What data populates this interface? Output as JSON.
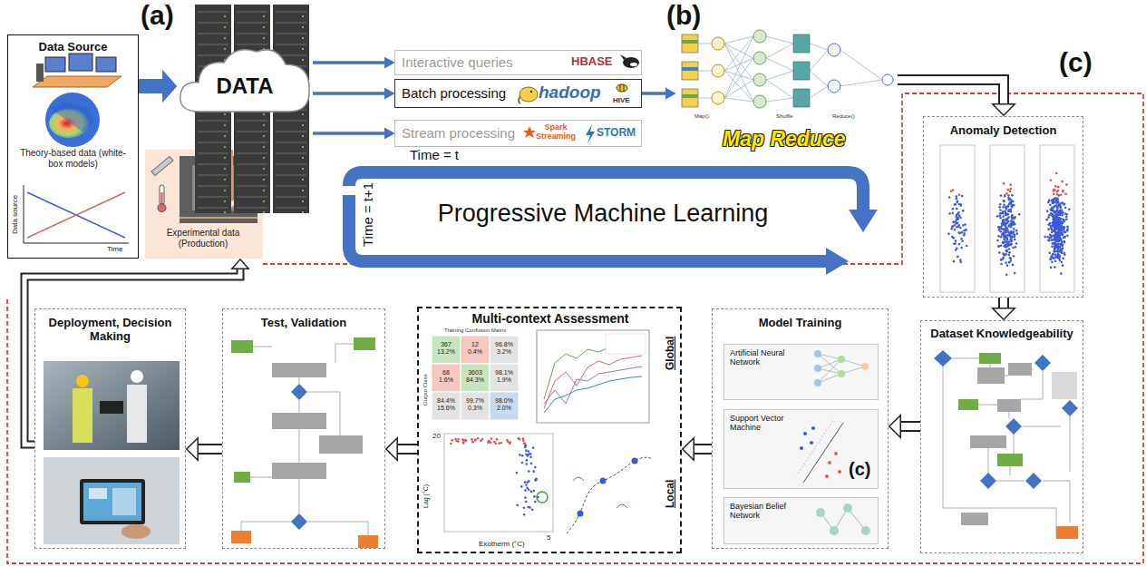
{
  "diagram": {
    "nodes": [
      {
        "text": [
          "Data Source"
        ]
      },
      {
        "text": [
          "Theory-based data (white-box models)"
        ],
        "in": 0
      },
      {
        "text": [
          "Experimental data (Production)"
        ]
      },
      {
        "text": [
          "DATA"
        ]
      },
      {
        "text": [
          "Interactive queries",
          "HBASE"
        ]
      },
      {
        "text": [
          "Batch processing",
          "hadoop",
          "HIVE"
        ]
      },
      {
        "text": [
          "Stream processing",
          "Spark Streaming",
          "STORM"
        ]
      },
      {
        "text": [
          "Map Reduce"
        ]
      },
      {
        "text": [
          "Anomaly Detection"
        ]
      },
      {
        "text": [
          "Dataset Knowledgeability"
        ]
      },
      {
        "text": [
          "Model Training"
        ]
      },
      {
        "text": [
          "Artificial Neural Network"
        ],
        "in": 10
      },
      {
        "text": [
          "Support Vector Machine"
        ],
        "in": 10
      },
      {
        "text": [
          "Bayesian Belief Network"
        ],
        "in": 10
      },
      {
        "text": [
          "Multi-context Assessment"
        ]
      },
      {
        "text": [
          "Test, Validation"
        ]
      },
      {
        "text": [
          "Deployment, Decision Making"
        ]
      }
    ],
    "edges": [
      {
        "from": 0,
        "to": 3,
        "arrow": "to"
      },
      {
        "from": 2,
        "to": 3,
        "arrow": "to"
      },
      {
        "from": 3,
        "to": 4,
        "arrow": "to"
      },
      {
        "from": 3,
        "to": 5,
        "arrow": "to"
      },
      {
        "from": 3,
        "to": 6,
        "arrow": "to"
      },
      {
        "from": 5,
        "to": 7,
        "arrow": "to"
      },
      {
        "from": 7,
        "to": 8,
        "arrow": "to"
      },
      {
        "from": 8,
        "to": 9,
        "arrow": "to"
      },
      {
        "from": 9,
        "to": 10,
        "arrow": "to"
      },
      {
        "from": 10,
        "to": 14,
        "arrow": "to"
      },
      {
        "from": 14,
        "to": 15,
        "arrow": "to"
      },
      {
        "from": 15,
        "to": 16,
        "arrow": "to"
      },
      {
        "from": 16,
        "to": 2,
        "arrow": "to"
      }
    ],
    "labels": [
      "(a)",
      "(b)",
      "(c)",
      "Data source",
      "Time",
      "Time = t",
      "Time = t+1",
      "Progressive Machine Learning",
      "Map()",
      "Shuffle",
      "Reduce()",
      "Training Confusion Matrix",
      "Output Class",
      "367 13.2%",
      "12 0.4%",
      "96.8% 3.2%",
      "68 1.6%",
      "3603 84.3%",
      "98.1% 1.9%",
      "84.4% 15.6%",
      "99.7% 0.3%",
      "98.0% 2.0%",
      "Global",
      "Local",
      "Lag (°C)",
      "Exotherm (°C)",
      "20",
      "5",
      "(c)"
    ]
  }
}
